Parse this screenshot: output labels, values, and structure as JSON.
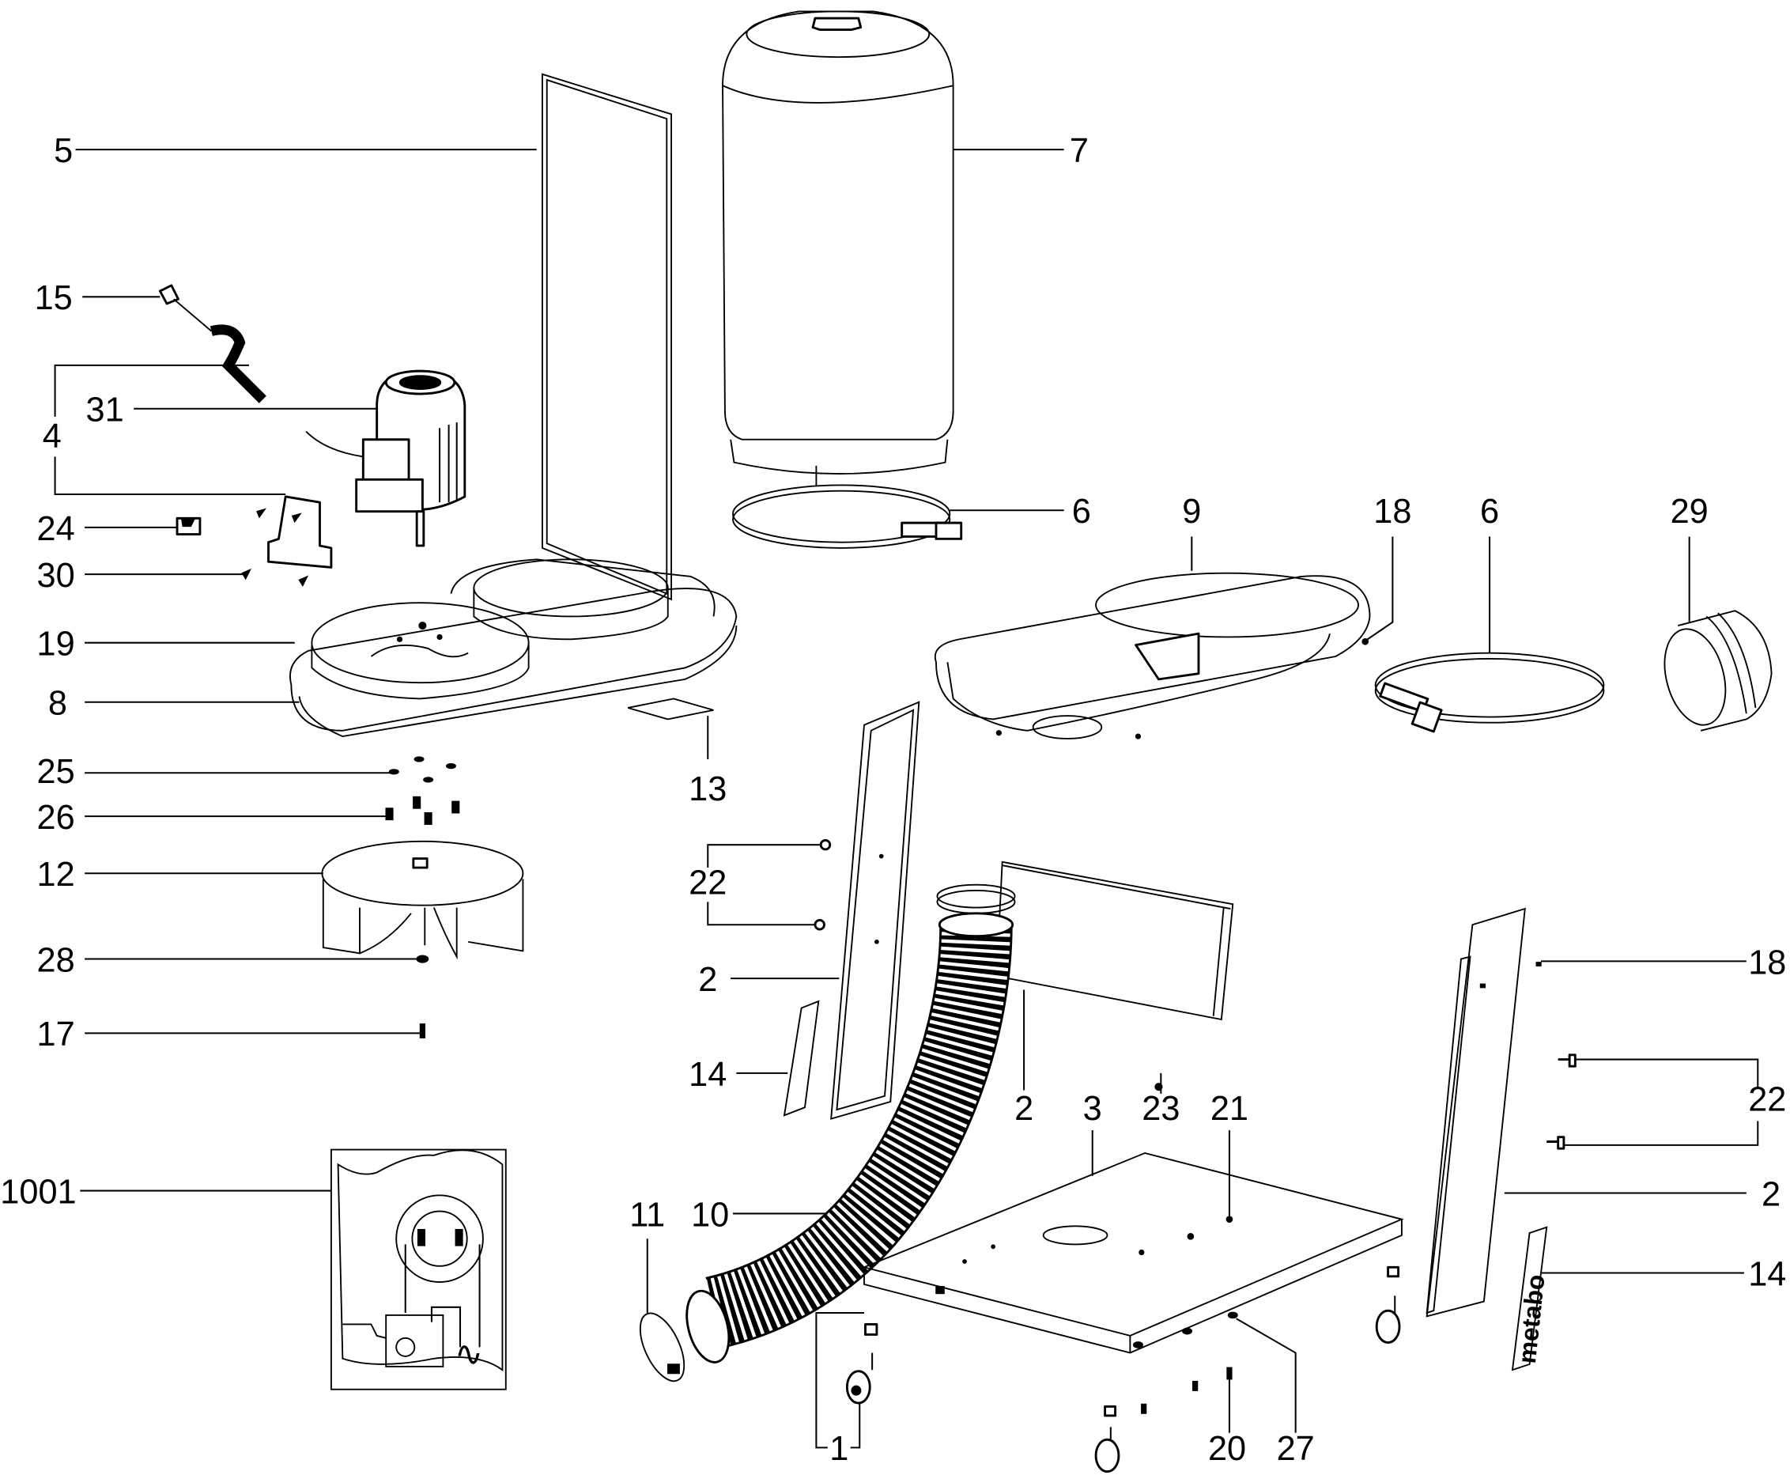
{
  "diagram": {
    "type": "exploded-parts-diagram",
    "brand_logo_text": "metabo",
    "wiring_symbol": "∿",
    "callouts": [
      {
        "id": "c5",
        "label": "5",
        "part": "frame-panel"
      },
      {
        "id": "c7",
        "label": "7",
        "part": "filter-bag"
      },
      {
        "id": "c15",
        "label": "15",
        "part": "power-cord"
      },
      {
        "id": "c4",
        "label": "4",
        "part": "cable-and-cover"
      },
      {
        "id": "c31",
        "label": "31",
        "part": "motor"
      },
      {
        "id": "c24",
        "label": "24",
        "part": "switch"
      },
      {
        "id": "c30",
        "label": "30",
        "part": "screw"
      },
      {
        "id": "c19",
        "label": "19",
        "part": "screw"
      },
      {
        "id": "c8",
        "label": "8",
        "part": "motor-housing-plate"
      },
      {
        "id": "c25",
        "label": "25",
        "part": "washer"
      },
      {
        "id": "c26",
        "label": "26",
        "part": "bolt"
      },
      {
        "id": "c12",
        "label": "12",
        "part": "impeller"
      },
      {
        "id": "c28",
        "label": "28",
        "part": "washer"
      },
      {
        "id": "c17",
        "label": "17",
        "part": "screw"
      },
      {
        "id": "c1001",
        "label": "1001",
        "part": "wiring-diagram"
      },
      {
        "id": "c13",
        "label": "13",
        "part": "label-plate"
      },
      {
        "id": "c6a",
        "label": "6",
        "part": "clamp-ring"
      },
      {
        "id": "c9",
        "label": "9",
        "part": "collector-housing"
      },
      {
        "id": "c18a",
        "label": "18",
        "part": "nut"
      },
      {
        "id": "c6b",
        "label": "6",
        "part": "clamp-ring"
      },
      {
        "id": "c29",
        "label": "29",
        "part": "adapter"
      },
      {
        "id": "c22a",
        "label": "22",
        "part": "knob-screw"
      },
      {
        "id": "c2a",
        "label": "2",
        "part": "side-panel"
      },
      {
        "id": "c14a",
        "label": "14",
        "part": "sticker"
      },
      {
        "id": "c2b",
        "label": "2",
        "part": "rear-panel"
      },
      {
        "id": "c3",
        "label": "3",
        "part": "base-plate"
      },
      {
        "id": "c23",
        "label": "23",
        "part": "nut"
      },
      {
        "id": "c21",
        "label": "21",
        "part": "nut"
      },
      {
        "id": "c11",
        "label": "11",
        "part": "hose-clamp"
      },
      {
        "id": "c10",
        "label": "10",
        "part": "hose"
      },
      {
        "id": "c1",
        "label": "1",
        "part": "caster"
      },
      {
        "id": "c20",
        "label": "20",
        "part": "screw"
      },
      {
        "id": "c27",
        "label": "27",
        "part": "washer"
      },
      {
        "id": "c18b",
        "label": "18",
        "part": "nut"
      },
      {
        "id": "c22b",
        "label": "22",
        "part": "knob-screw"
      },
      {
        "id": "c2c",
        "label": "2",
        "part": "side-panel"
      },
      {
        "id": "c14b",
        "label": "14",
        "part": "metabo-sticker"
      }
    ]
  }
}
